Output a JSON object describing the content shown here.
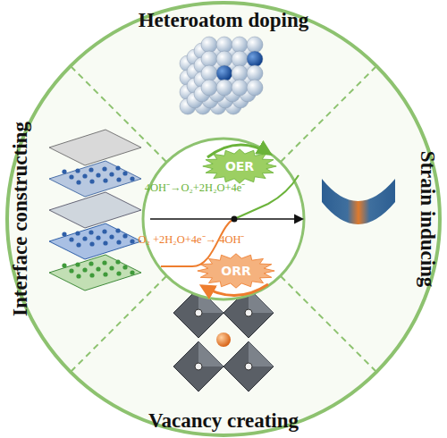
{
  "diagram": {
    "nodes": [
      {
        "text": [
          "OER"
        ]
      },
      {
        "text": [
          "ORR"
        ]
      }
    ],
    "labels": [
      "Heteroatom doping",
      "Interface constructing",
      "Strain inducing",
      "4OH⁻→O₂+2H₂O+4e⁻",
      "O₂ +2H₂O+4e⁻→ 4OH⁻",
      "Vacancy creating"
    ]
  }
}
